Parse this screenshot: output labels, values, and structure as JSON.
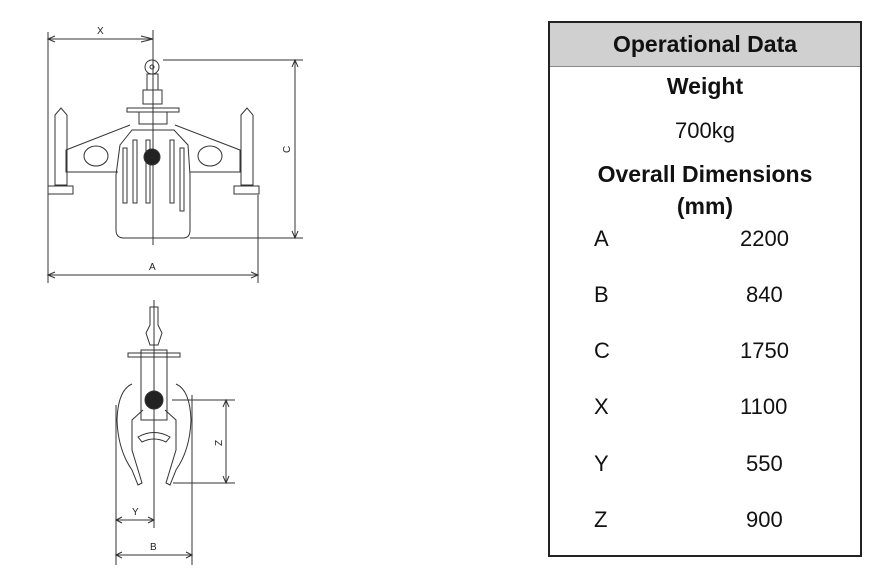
{
  "drawing_labels": {
    "x": "X",
    "c": "C",
    "a": "A",
    "y": "Y",
    "z": "Z",
    "b": "B"
  },
  "table": {
    "title": "Operational Data",
    "weight_label": "Weight",
    "weight_value": "700kg",
    "dims_label": "Overall Dimensions",
    "dims_unit": "(mm)",
    "rows": [
      {
        "k": "A",
        "v": "2200"
      },
      {
        "k": "B",
        "v": "840"
      },
      {
        "k": "C",
        "v": "1750"
      },
      {
        "k": "X",
        "v": "1100"
      },
      {
        "k": "Y",
        "v": "550"
      },
      {
        "k": "Z",
        "v": "900"
      }
    ]
  }
}
